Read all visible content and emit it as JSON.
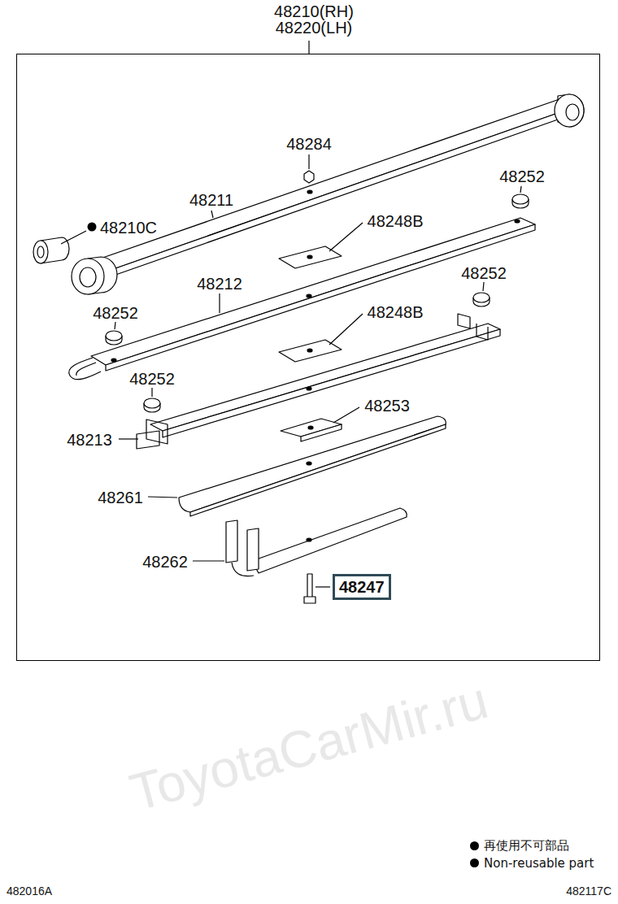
{
  "diagram": {
    "nodes": [
      {
        "text": [
          "48210(RH) 48220(LH)"
        ]
      },
      {
        "text": [
          "48247"
        ],
        "in": 0
      }
    ],
    "labels": [
      "48284",
      "48252",
      "48211",
      "48248B",
      "48210C",
      "48212",
      "48252",
      "48252",
      "48248B",
      "48252",
      "48253",
      "48213",
      "48261",
      "48262",
      "ToyotaCarMir.ru",
      "482016A",
      "482117C"
    ],
    "legend": [
      {
        "text": "再使用不可部品"
      },
      {
        "text": "Non-reusable part"
      }
    ]
  }
}
